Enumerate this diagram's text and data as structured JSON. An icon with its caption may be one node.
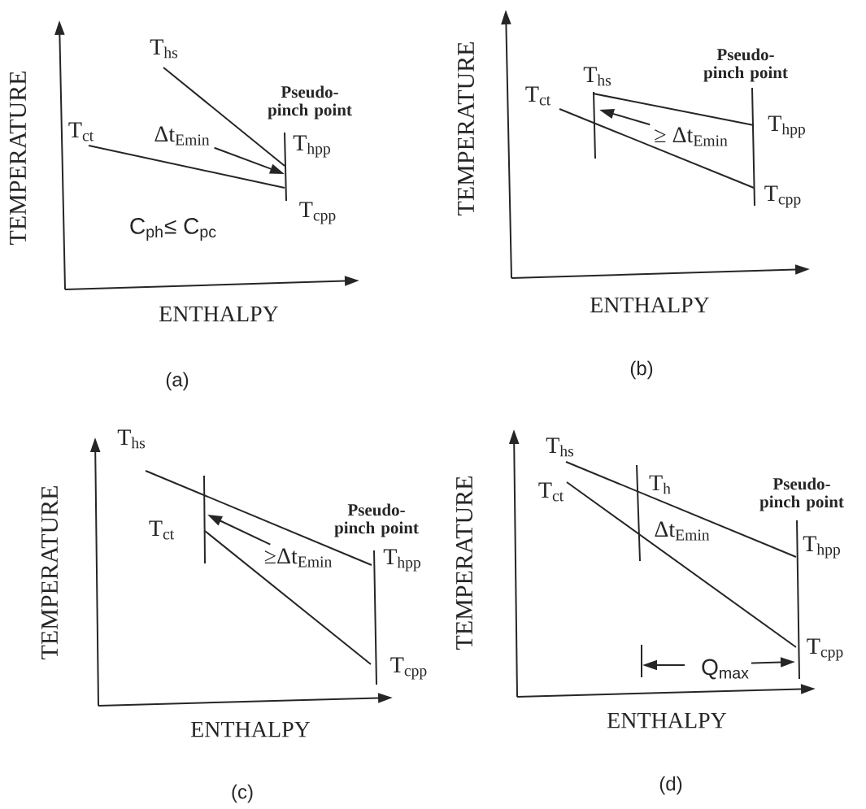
{
  "diagram": {
    "nodes": [
      {
        "text": [
          "Δt$_{Emin}$"
        ]
      },
      {
        "text": [
          "≥ Δt$_{Emin}$"
        ]
      },
      {
        "text": [
          "≥Δt$_{Emin}$"
        ]
      }
    ],
    "edges": [
      {
        "from": 0,
        "to": null,
        "arrow": "to"
      },
      {
        "from": 1,
        "to": null,
        "arrow": "to"
      },
      {
        "from": 2,
        "to": null,
        "arrow": "to"
      }
    ],
    "labels": [
      "T$_{hs}$",
      "Pseudo-pinch point",
      "T$_{ct}$",
      "T$_{hpp}$",
      "T$_{cpp}$",
      "C$_{ph}$≤ C$_{pc}$",
      "TEMPERATURE",
      "ENTHALPY",
      "(a)",
      "T$_{hs}$",
      "T$_{ct}$",
      "Pseudo-pinch point",
      "T$_{hpp}$",
      "T$_{cpp}$",
      "TEMPERATURE",
      "ENTHALPY",
      "(b)",
      "T$_{hs}$",
      "T$_{ct}$",
      "Pseudo-pinch point",
      "T$_{hpp}$",
      "T$_{cpp}$",
      "TEMPERATURE",
      "ENTHALPY",
      "(c)",
      "T$_{hs}$",
      "T$_{ct}$",
      "T$_{h}$",
      "Δt$_{Emin}$",
      "Pseudo-pinch point",
      "T$_{hpp}$",
      "T$_{cpp}$",
      "Q$_{max}$",
      "TEMPERATURE",
      "ENTHALPY",
      "(d)"
    ]
  }
}
